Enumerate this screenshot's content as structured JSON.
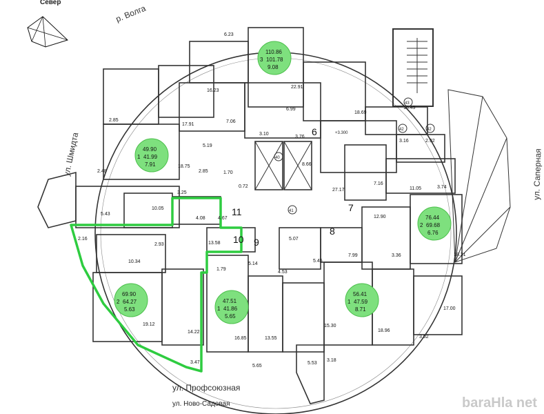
{
  "compass": {
    "label": "Север"
  },
  "streets": [
    {
      "name": "р. Волга"
    },
    {
      "name": "ул. Шмидта"
    },
    {
      "name": "ул. Саперная"
    },
    {
      "name": "ул. Профсоюзная"
    },
    {
      "name": "ул. Ново-Садовая"
    }
  ],
  "apartments": [
    {
      "total": "110.86",
      "rooms": "3",
      "living": "101.78",
      "extra": "9.08"
    },
    {
      "total": "49.90",
      "rooms": "1",
      "living": "41.99",
      "extra": "7.91"
    },
    {
      "total": "76.44",
      "rooms": "2",
      "living": "69.68",
      "extra": "6.76"
    },
    {
      "total": "69.90",
      "rooms": "2",
      "living": "64.27",
      "extra": "5.63"
    },
    {
      "total": "47.51",
      "rooms": "1",
      "living": "41.86",
      "extra": "5.65"
    },
    {
      "total": "56.41",
      "rooms": "1",
      "living": "47.59",
      "extra": "8.71"
    }
  ],
  "section_numbers": [
    "6",
    "7",
    "8",
    "9",
    "10",
    "11"
  ],
  "small_markers": [
    "40",
    "41",
    "42",
    "43",
    "+3.300"
  ],
  "room_areas": [
    "6.23",
    "16.23",
    "22.91",
    "6.99",
    "18.69",
    "16.49",
    "7.06",
    "17.91",
    "2.85",
    "3.10",
    "3.76",
    "5.19",
    "2.85",
    "1.70",
    "8.66",
    "3.16",
    "2.92",
    "18.75",
    "2.48",
    "3.25",
    "0.72",
    "7.16",
    "27.17",
    "11.05",
    "3.74",
    "5.43",
    "10.05",
    "4.08",
    "4.67",
    "12.90",
    "2.16",
    "2.93",
    "13.58",
    "5.07",
    "10.34",
    "5.14",
    "4.53",
    "5.45",
    "7.99",
    "3.36",
    "18.21",
    "1.79",
    "17.00",
    "19.12",
    "15.30",
    "14.22",
    "16.85",
    "13.55",
    "18.96",
    "3.02",
    "3.47",
    "5.65",
    "5.53",
    "3.18"
  ],
  "watermark": "baraHla net"
}
